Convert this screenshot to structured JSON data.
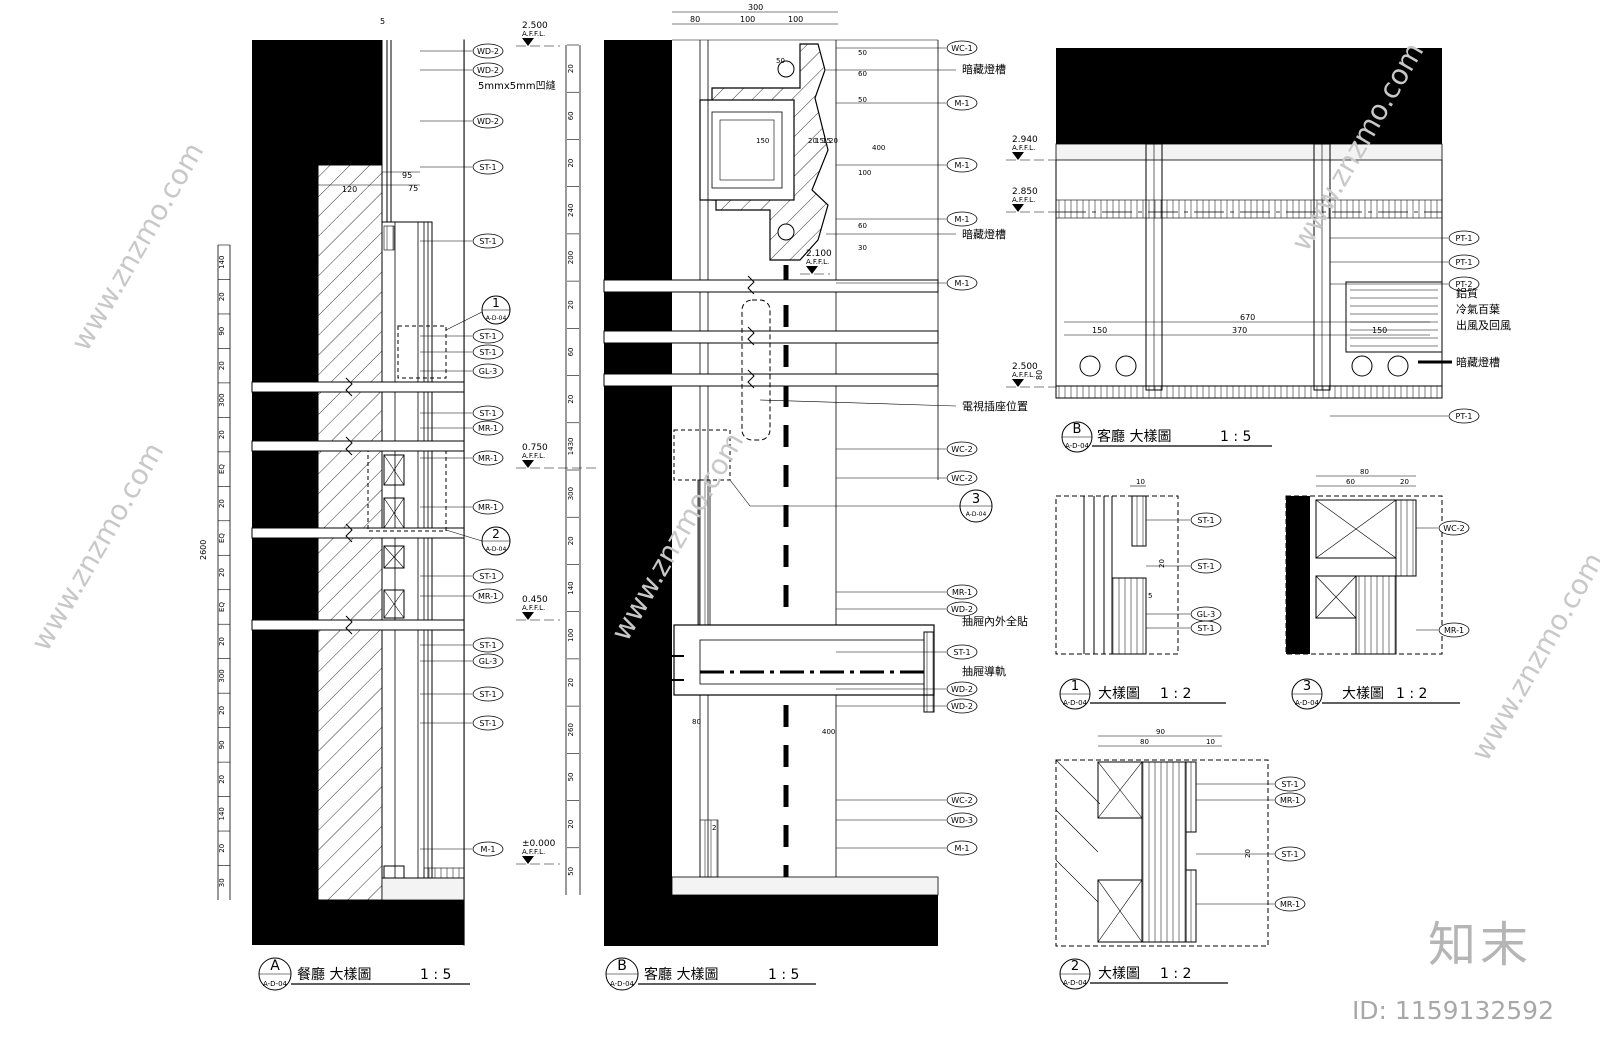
{
  "watermark": {
    "site": "www.znzmo.com",
    "brand": "知末",
    "id_label": "ID: 1159132592"
  },
  "elev": {
    "e2500": "2.500",
    "e2940": "2.940",
    "e2850": "2.850",
    "e2100": "2.100",
    "e0750": "0.750",
    "e0450": "0.450",
    "e0000": "±0.000",
    "afl": "A.F.F.L."
  },
  "titles": {
    "a": {
      "letter": "A",
      "ref": "A-D-04",
      "name": "餐廳  大樣圖",
      "scale": "1 : 5"
    },
    "b": {
      "letter": "B",
      "ref": "A-D-04",
      "name": "客廳  大樣圖",
      "scale": "1 : 5"
    },
    "b2": {
      "letter": "B",
      "ref": "A-D-04",
      "name": "客廳  大樣圖",
      "scale": "1 : 5"
    },
    "d1": {
      "letter": "1",
      "ref": "A-D-04",
      "name": "大樣圖",
      "scale": "1 : 2"
    },
    "d2": {
      "letter": "2",
      "ref": "A-D-04",
      "name": "大樣圖",
      "scale": "1 : 2"
    },
    "d3": {
      "letter": "3",
      "ref": "A-D-04",
      "name": "大樣圖",
      "scale": "1 : 2"
    }
  },
  "callouts": {
    "c1": {
      "num": "1",
      "ref": "A-D-04"
    },
    "c2": {
      "num": "2",
      "ref": "A-D-04"
    },
    "c3": {
      "num": "3",
      "ref": "A-D-04"
    }
  },
  "notes": {
    "groove": "5mmx5mm凹縫",
    "hidden_light": "暗藏燈槽",
    "tv_socket": "電視插座位置",
    "drawer_lining": "抽屜內外全貼",
    "drawer_rail": "抽屜導軌",
    "alu": "鋁質",
    "louver": "冷氣百葉",
    "outlet": "出風及回風"
  },
  "tags_a": [
    "WD-2",
    "WD-2",
    "WD-2",
    "ST-1",
    "ST-1",
    "ST-1",
    "ST-1",
    "GL-3",
    "ST-1",
    "MR-1",
    "MR-1",
    "MR-1",
    "ST-1",
    "MR-1",
    "ST-1",
    "GL-3",
    "ST-1",
    "ST-1",
    "M-1"
  ],
  "tags_b": [
    "WC-1",
    "M-1",
    "M-1",
    "M-1",
    "M-1",
    "WC-2",
    "WC-2",
    "MR-1",
    "WD-2",
    "ST-1",
    "WD-2",
    "WD-2",
    "WC-2",
    "WD-3",
    "M-1"
  ],
  "tags_b2": [
    "PT-1",
    "PT-1",
    "PT-2",
    "PT-1"
  ],
  "tags_d1": [
    "ST-1",
    "ST-1",
    "GL-3",
    "ST-1"
  ],
  "tags_d2": [
    "ST-1",
    "MR-1",
    "ST-1",
    "MR-1"
  ],
  "tags_d3": [
    "WC-2",
    "MR-1"
  ],
  "dims_a_vert": [
    "140",
    "20",
    "90",
    "20",
    "300",
    "20",
    "EQ",
    "20",
    "EQ",
    "20",
    "EQ",
    "20",
    "300",
    "20",
    "90",
    "20",
    "140",
    "20",
    "30"
  ],
  "dims_a_total": "2600",
  "dims_a_top": [
    "5",
    "95",
    "120",
    "75"
  ],
  "dims_b_left": [
    "20",
    "60",
    "20",
    "240",
    "200",
    "20",
    "60",
    "20",
    "1430",
    "300",
    "20",
    "140",
    "100",
    "20",
    "260",
    "50",
    "20",
    "50"
  ],
  "dims_b_top": [
    "300",
    "80",
    "100",
    "100"
  ],
  "dims_b_inner": [
    "50",
    "150",
    "20",
    "15",
    "15",
    "20",
    "80",
    "400",
    "2",
    "50",
    "60",
    "50",
    "100",
    "400",
    "60",
    "30"
  ],
  "dims_b2": [
    "670",
    "150",
    "370",
    "150",
    "80"
  ],
  "dims_d": [
    "10",
    "20",
    "5",
    "80",
    "60",
    "20",
    "90",
    "80",
    "10",
    "20"
  ]
}
